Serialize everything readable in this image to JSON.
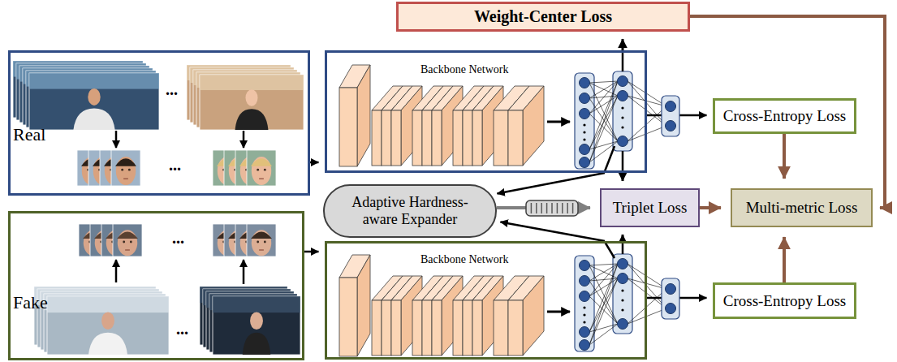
{
  "diagram": {
    "nodes": [
      {
        "text": [
          "Weight-Center Loss"
        ]
      },
      {
        "text": [
          "Real"
        ]
      },
      {
        "text": [
          "Backbone Network"
        ]
      },
      {
        "text": [
          "Cross-Entropy Loss"
        ]
      },
      {
        "text": [
          "Adaptive Hardness-aware Expander"
        ]
      },
      {
        "text": [
          "Triplet Loss"
        ]
      },
      {
        "text": [
          "Multi-metric Loss"
        ]
      },
      {
        "text": [
          "Fake"
        ]
      },
      {
        "text": [
          "Backbone Network"
        ]
      },
      {
        "text": [
          "Cross-Entropy Loss"
        ]
      }
    ],
    "edges": [
      {
        "from": 1,
        "to": 2,
        "arrow": "to"
      },
      {
        "from": 7,
        "to": 8,
        "arrow": "to"
      },
      {
        "from": 2,
        "to": 0,
        "arrow": "to"
      },
      {
        "from": 2,
        "to": 3,
        "arrow": "to"
      },
      {
        "from": 2,
        "to": 5,
        "arrow": "to"
      },
      {
        "from": 2,
        "to": 4,
        "arrow": "to"
      },
      {
        "from": 8,
        "to": 5,
        "arrow": "to"
      },
      {
        "from": 8,
        "to": 4,
        "arrow": "to"
      },
      {
        "from": 8,
        "to": 9,
        "arrow": "to"
      },
      {
        "from": 4,
        "to": 5,
        "arrow": "to"
      },
      {
        "from": 5,
        "to": 6,
        "arrow": "to"
      },
      {
        "from": 3,
        "to": 6,
        "arrow": "to"
      },
      {
        "from": 9,
        "to": 6,
        "arrow": "to"
      },
      {
        "from": 0,
        "to": 6,
        "arrow": "to"
      }
    ],
    "labels": [
      "...",
      "...",
      "...",
      "..."
    ]
  }
}
